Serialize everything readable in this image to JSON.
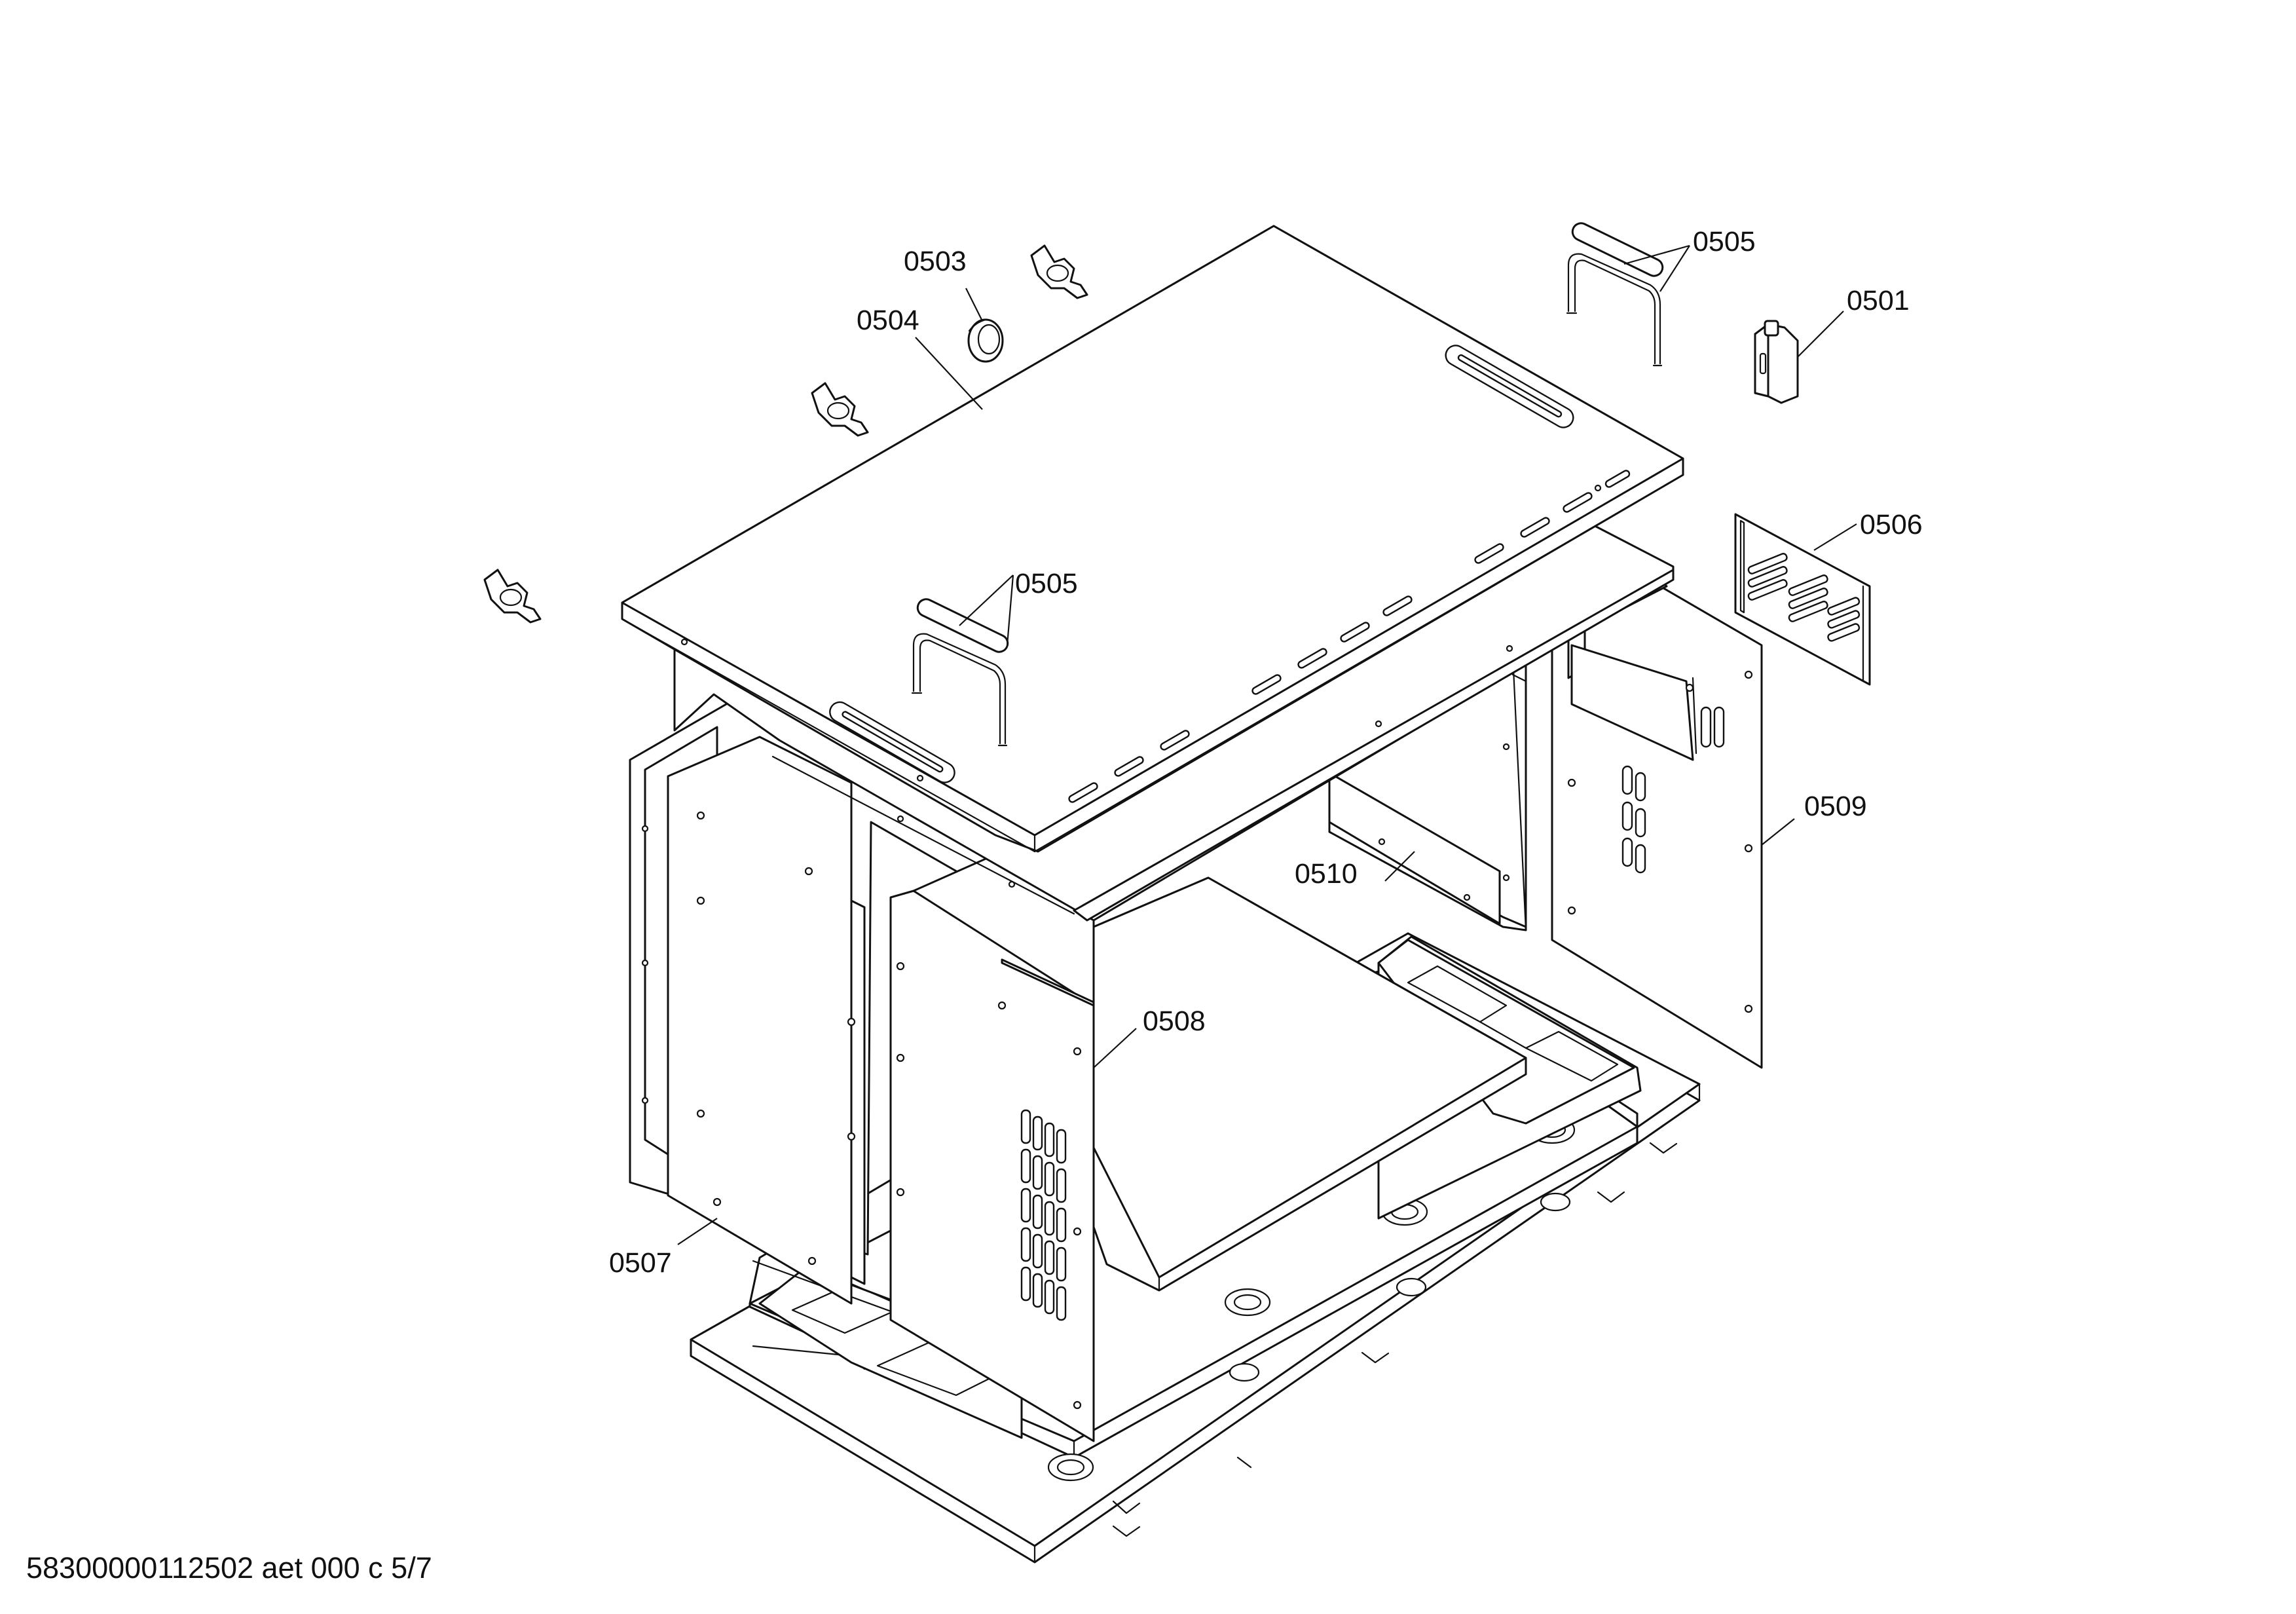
{
  "drawing": {
    "callouts": {
      "c0501": "0501",
      "c0503": "0503",
      "c0504": "0504",
      "c0505a": "0505",
      "c0505b": "0505",
      "c0506": "0506",
      "c0507": "0507",
      "c0508": "0508",
      "c0509": "0509",
      "c0510": "0510"
    },
    "footer": "58300000112502 aet 000 c 5/7"
  }
}
